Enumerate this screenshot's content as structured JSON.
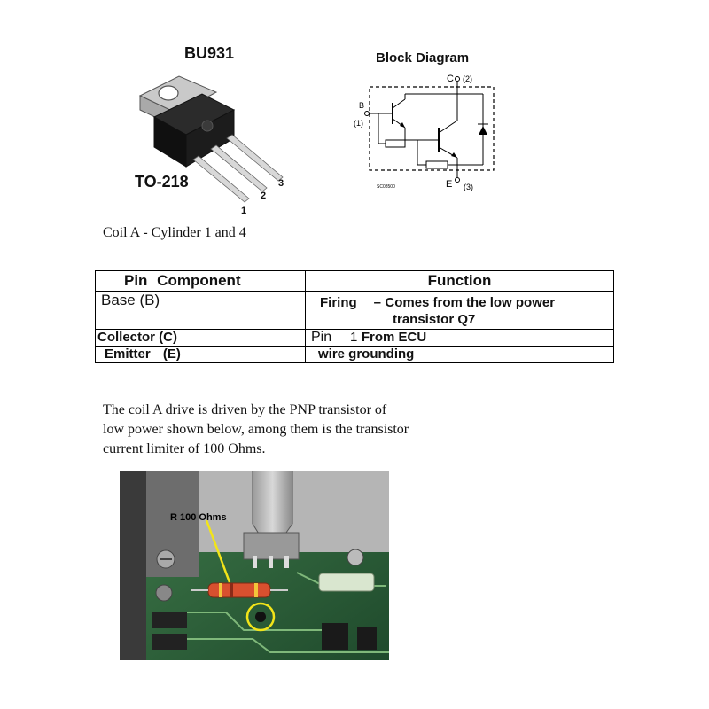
{
  "top": {
    "part_number": "BU931",
    "package": "TO-218",
    "pins": [
      "1",
      "2",
      "3"
    ],
    "block_diagram": {
      "title": "Block Diagram",
      "collector_label": "C",
      "collector_num": "(2)",
      "base_label": "B",
      "base_num": "(1)",
      "emitter_label": "E",
      "emitter_num": "(3)",
      "code": "SC08500"
    }
  },
  "caption": "Coil A - Cylinder 1 and 4",
  "table": {
    "header": [
      "Pin Component",
      "Function"
    ],
    "rows": [
      {
        "pin": "Base (B)",
        "function_pre": "Firing",
        "function_dash": "–",
        "function_main": "Comes from the low power",
        "function_cont": "transistor Q7"
      },
      {
        "pin": "Collector (C)",
        "function_pre": "Pin",
        "function_num": "1",
        "function_main": "From ECU"
      },
      {
        "pin": "Emitter (E)",
        "function_main": "wire grounding"
      }
    ]
  },
  "paragraph": {
    "line1": "The coil A drive is driven by the PNP transistor of",
    "line2": "low power shown below, among them is the transistor",
    "line3": "current limiter of 100 Ohms."
  },
  "photo": {
    "label": "R 100 Ohms"
  }
}
